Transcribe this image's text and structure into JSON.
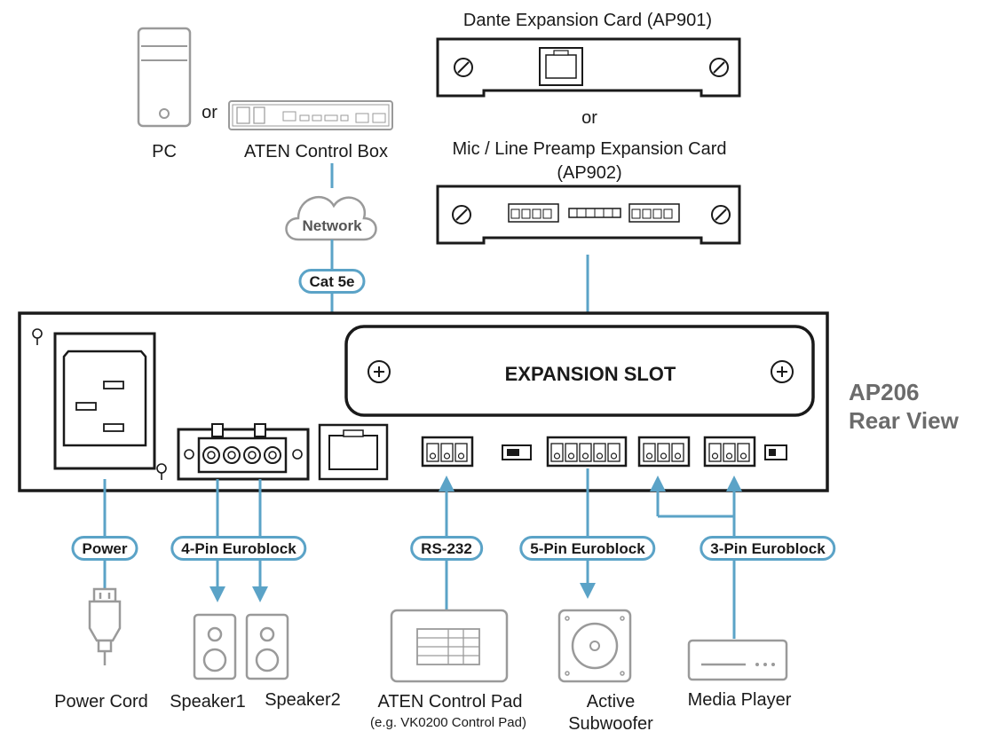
{
  "colors": {
    "connector": "#5ba3c7",
    "outline": "#1a1a1a",
    "device_gray": "#9a9a9a",
    "model_label": "#6b6b6b"
  },
  "top": {
    "pc_label": "PC",
    "or_1": "or",
    "control_box_label": "ATEN Control Box",
    "network_label": "Network",
    "cat5e_label": "Cat 5e",
    "dante_card_title": "Dante Expansion Card (AP901)",
    "or_2": "or",
    "preamp_card_title_line1": "Mic / Line Preamp Expansion Card",
    "preamp_card_title_line2": "(AP902)"
  },
  "unit": {
    "expansion_slot_label": "EXPANSION SLOT",
    "model_line1": "AP206",
    "model_line2": "Rear View"
  },
  "connections": {
    "power": "Power",
    "four_pin": "4-Pin Euroblock",
    "rs232": "RS-232",
    "five_pin": "5-Pin Euroblock",
    "three_pin": "3-Pin Euroblock"
  },
  "devices": {
    "power_cord": "Power Cord",
    "speaker1": "Speaker1",
    "speaker2": "Speaker2",
    "control_pad": "ATEN Control Pad",
    "control_pad_example": "(e.g. VK0200 Control Pad)",
    "subwoofer_line1": "Active",
    "subwoofer_line2": "Subwoofer",
    "media_player": "Media Player"
  }
}
